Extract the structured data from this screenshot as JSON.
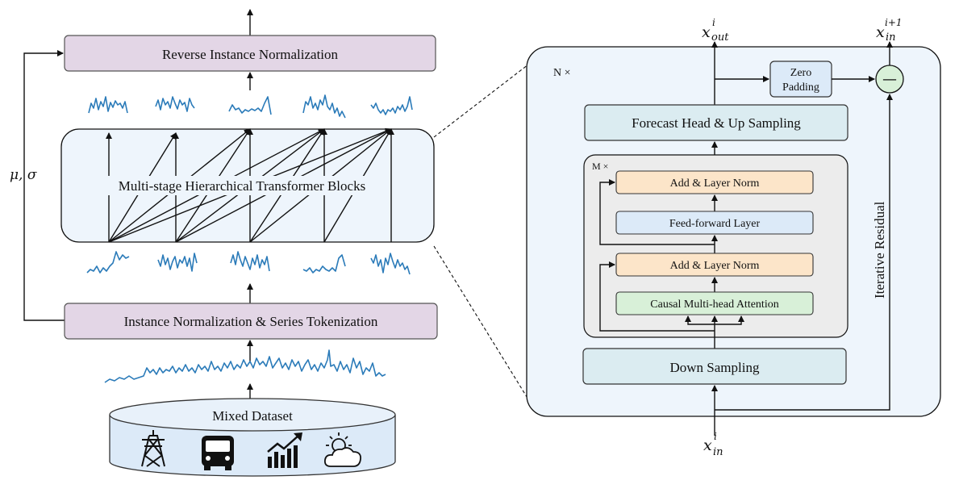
{
  "left": {
    "reverse_norm": "Reverse Instance Normalization",
    "hier_blocks": "Multi-stage Hierarchical Transformer Blocks",
    "inst_norm": "Instance Normalization & Series Tokenization",
    "mixed_dataset": "Mixed Dataset",
    "mu_sigma": "μ, σ"
  },
  "right": {
    "n_times": "N ×",
    "m_times": "M ×",
    "zero_padding_l1": "Zero",
    "zero_padding_l2": "Padding",
    "forecast_head": "Forecast Head & Up Sampling",
    "add_norm_top": "Add & Layer Norm",
    "ffn": "Feed-forward Layer",
    "add_norm_bottom": "Add & Layer Norm",
    "attention": "Causal Multi-head Attention",
    "down_sampling": "Down Sampling",
    "iterative_residual": "Iterative Residual",
    "minus_symbol": "—",
    "x_out": {
      "base": "x",
      "sup": "i",
      "sub": "out"
    },
    "x_in_next": {
      "base": "x",
      "sup": "i+1",
      "sub": "in"
    },
    "x_in": {
      "base": "x",
      "sup": "i",
      "sub": "in"
    }
  },
  "icons": [
    "power-tower-icon",
    "bus-icon",
    "chart-growth-icon",
    "sun-cloud-icon"
  ],
  "colors": {
    "purple_box": "#e3d6e6",
    "light_blue_panel": "#eef5fc",
    "teal_box": "#dbecf1",
    "orange_box": "#fce5c9",
    "blue_box": "#dceaf8",
    "green_box": "#d8f0d8",
    "gray_panel": "#ececec",
    "wave": "#2b7bb9"
  }
}
